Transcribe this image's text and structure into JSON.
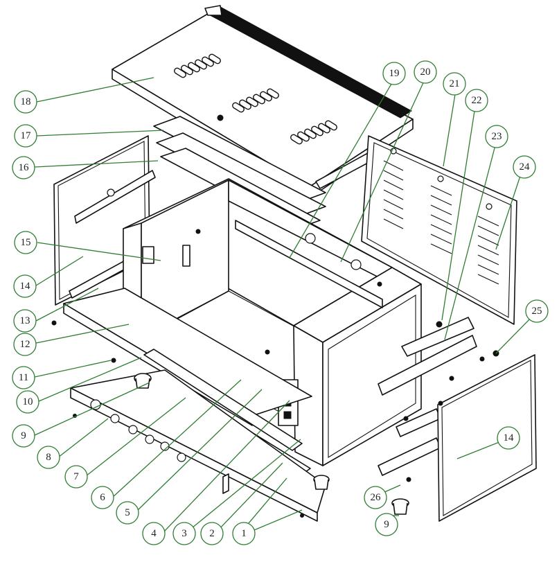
{
  "diagram": {
    "accent_color": "#2e7d32",
    "line_color": "#111111",
    "callouts": [
      {
        "label": "18"
      },
      {
        "label": "17"
      },
      {
        "label": "16"
      },
      {
        "label": "15"
      },
      {
        "label": "14"
      },
      {
        "label": "13"
      },
      {
        "label": "12"
      },
      {
        "label": "11"
      },
      {
        "label": "10"
      },
      {
        "label": "9"
      },
      {
        "label": "8"
      },
      {
        "label": "7"
      },
      {
        "label": "6"
      },
      {
        "label": "5"
      },
      {
        "label": "4"
      },
      {
        "label": "3"
      },
      {
        "label": "2"
      },
      {
        "label": "1"
      },
      {
        "label": "19"
      },
      {
        "label": "20"
      },
      {
        "label": "21"
      },
      {
        "label": "22"
      },
      {
        "label": "23"
      },
      {
        "label": "24"
      },
      {
        "label": "25"
      },
      {
        "label": "14"
      },
      {
        "label": "26"
      },
      {
        "label": "9"
      }
    ]
  }
}
